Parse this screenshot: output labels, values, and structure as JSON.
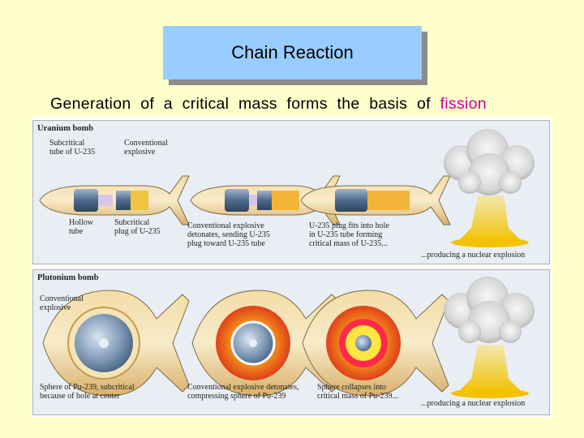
{
  "slide": {
    "title": "Chain Reaction",
    "subtitle_pre": "Generation of a critical mass forms the basis of ",
    "subtitle_highlight": "fission",
    "highlight_color": "#cc0099",
    "background": "#ffffcc",
    "title_bg": "#99ccff"
  },
  "uranium": {
    "title": "Uranium bomb",
    "subcritical_tube": [
      "Subcritical",
      "tube of U-235"
    ],
    "conventional": [
      "Conventional",
      "explosive"
    ],
    "hollow": [
      "Hollow",
      "tube"
    ],
    "plug": [
      "Subcritical",
      "plug of U-235"
    ],
    "step2": [
      "Conventional explosive",
      "detonates, sending U-235",
      "plug toward U-235 tube"
    ],
    "step3": [
      "U-235 plug fits into hole",
      "in U-235 tube forming",
      "critical mass of U-235..."
    ],
    "explosion": "...producing a nuclear explosion"
  },
  "plutonium": {
    "title": "Plutonium bomb",
    "conventional": [
      "Conventional",
      "explosive"
    ],
    "step1": [
      "Sphere of Pu-239, subcritical",
      "because of hole at center"
    ],
    "step2": [
      "Conventional explosive detonates,",
      "compressing sphere of Pu-239"
    ],
    "step3": [
      "Sphere collapses into",
      "critical mass of Pu-239..."
    ],
    "explosion": "...producing a nuclear explosion"
  }
}
